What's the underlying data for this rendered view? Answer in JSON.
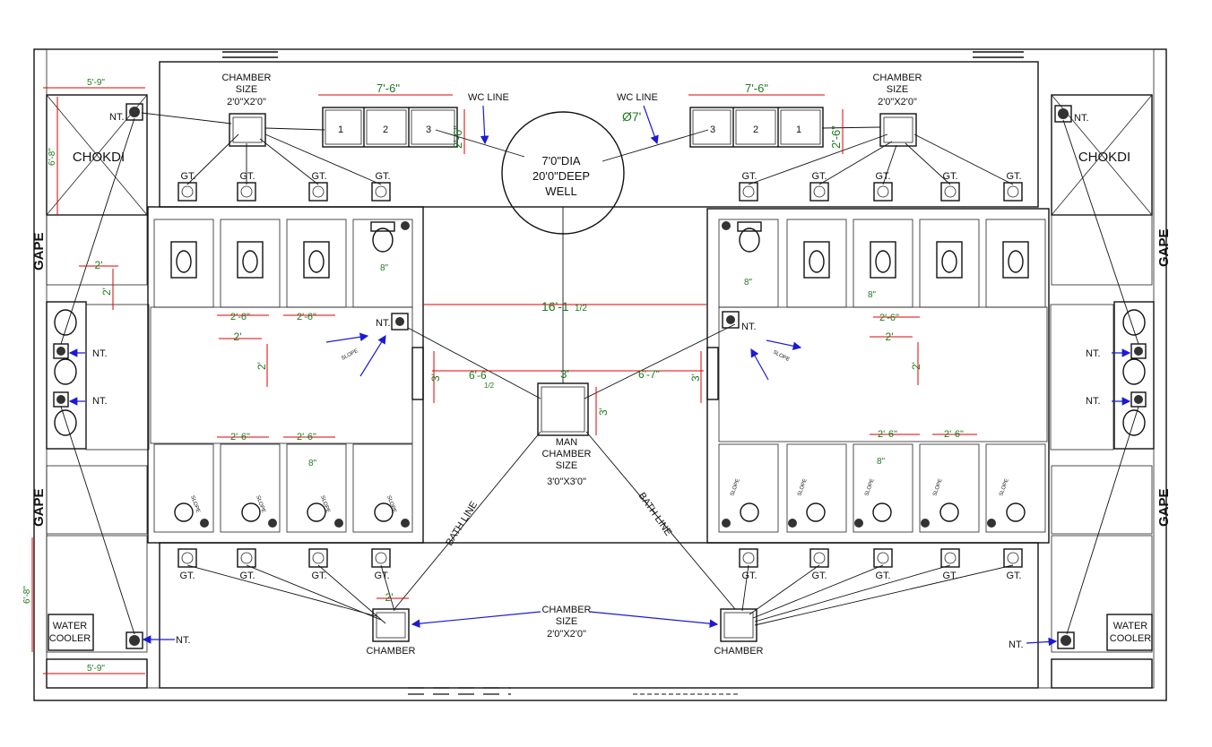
{
  "labels": {
    "chamber_size_heading": "CHAMBER",
    "chamber_size_word": "SIZE",
    "chamber_size_value": "2'0\"X2'0\"",
    "wc_line": "WC LINE",
    "well_line1": "7'0\"DIA",
    "well_line2": "20'0\"DEEP",
    "well_line3": "WELL",
    "well_diameter": "Ø7'",
    "chokdi": "CHOKDI",
    "gape": "GAPE",
    "nt": "NT.",
    "gt": "GT.",
    "man_chamber_1": "MAN",
    "man_chamber_2": "CHAMBER",
    "man_chamber_3": "SIZE",
    "man_chamber_4": "3'0\"X3'0\"",
    "bath_line": "BATH LINE",
    "chamber": "CHAMBER",
    "water_cooler_1": "WATER",
    "water_cooler_2": "COOLER",
    "slope": "SLOPE",
    "seq_1": "1",
    "seq_2": "2",
    "seq_3": "3"
  },
  "dimensions": {
    "d_5_9": "5'-9\"",
    "d_6_8": "6'-8\"",
    "d_7_6": "7'-6\"",
    "d_2_6_vertical": "2'-6\"",
    "d_2_6": "2'-6\"",
    "d_2": "2'",
    "d_3": "3'",
    "d_16_1_half": "16'-1",
    "d_half": "1/2",
    "d_6_6_half": "6'-6",
    "d_6_7": "6'-7\"",
    "d_8": "8\""
  },
  "colors": {
    "line": "#111111",
    "dimension_line": "#e00000",
    "dimension_text": "#1f7a1f",
    "leader_arrow": "#1a1ad6"
  }
}
